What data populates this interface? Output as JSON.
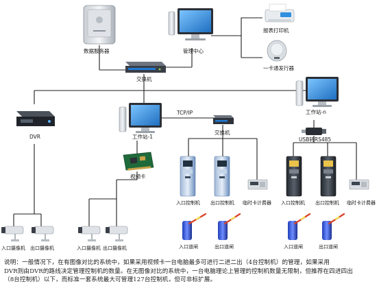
{
  "labels": {
    "data_server": "数据服务器",
    "mgmt_center": "管理中心",
    "report_printer": "报表打印机",
    "card_issuer": "一卡通发行器",
    "switch_main": "交换机",
    "dvr": "DVR",
    "workstation_1": "工作站-1",
    "workstation_n": "工作站-n",
    "tcpip": "TCP/IP",
    "switch_sub": "交换机",
    "usb_rs485": "USB转RS485",
    "video_card": "视频卡",
    "entry_controller_1": "入口控制机",
    "exit_controller_1": "出口控制机",
    "temp_card_counter_1": "临时卡计费器",
    "entry_controller_2": "入口控制机",
    "exit_controller_2": "出口控制机",
    "temp_card_counter_2": "临时卡计费器",
    "entry_barrier_1": "入口道闸",
    "exit_barrier_1": "出口道闸",
    "entry_barrier_2": "入口道闸",
    "exit_barrier_2": "出口道闸",
    "entry_camera_1": "入口摄像机",
    "exit_camera_1": "出口摄像机",
    "entry_camera_2": "入口摄像机",
    "exit_camera_2": "出口摄像机"
  },
  "caption": {
    "line1": "说明：一般情况下，在有图像对比的系统中，如果采用视频卡一台电脑最多可进行二进二出（4台控制机）的管理，如果采用",
    "line2": "DVR则由DVR的路线决定管理控制机的数量。在无图像对比的系统中，一台电脑理论上管理的控制机数量无限制，但推荐在四进四出",
    "line3": "（8台控制机）以下，而标准一套系统最大可管理127台控制机，但可非标扩展。"
  },
  "colors": {
    "line": "#1c1c1c",
    "monitor_blue": "#2f86d6",
    "controller_blue": "#6f97c8",
    "controller_dark": "#303640",
    "barrier_arm": "#d9452a",
    "barrier_body": "#3b5fd8"
  }
}
